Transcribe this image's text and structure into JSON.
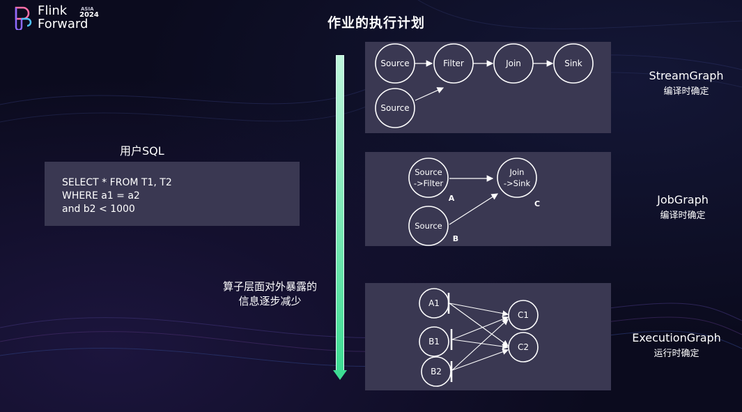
{
  "logo": {
    "line1": "Flink",
    "line2": "Forward",
    "badge": "ASIA",
    "year": "2024"
  },
  "title": "作业的执行计划",
  "sql": {
    "caption": "用户SQL",
    "lines": [
      "SELECT * FROM T1, T2",
      "WHERE a1 = a2",
      "and b2 < 1000"
    ]
  },
  "note": {
    "line1": "算子层面对外暴露的",
    "line2": "信息逐步减少"
  },
  "stream_graph": {
    "nodes": [
      "Source",
      "Filter",
      "Join",
      "Sink",
      "Source"
    ],
    "name": "StreamGraph",
    "sub": "编译时确定"
  },
  "job_graph": {
    "nodes": [
      {
        "line1": "Source",
        "line2": "->Filter",
        "tag": "A"
      },
      {
        "line1": "Join",
        "line2": "->Sink",
        "tag": "C"
      },
      {
        "line1": "Source",
        "line2": "",
        "tag": "B"
      }
    ],
    "name": "JobGraph",
    "sub": "编译时确定"
  },
  "execution_graph": {
    "nodes": [
      "A1",
      "B1",
      "B2",
      "C1",
      "C2"
    ],
    "name": "ExecutionGraph",
    "sub": "运行时确定"
  },
  "colors": {
    "panel": "#3a3852",
    "background": "#0b0b1e",
    "arrow": "#3ddc93"
  }
}
